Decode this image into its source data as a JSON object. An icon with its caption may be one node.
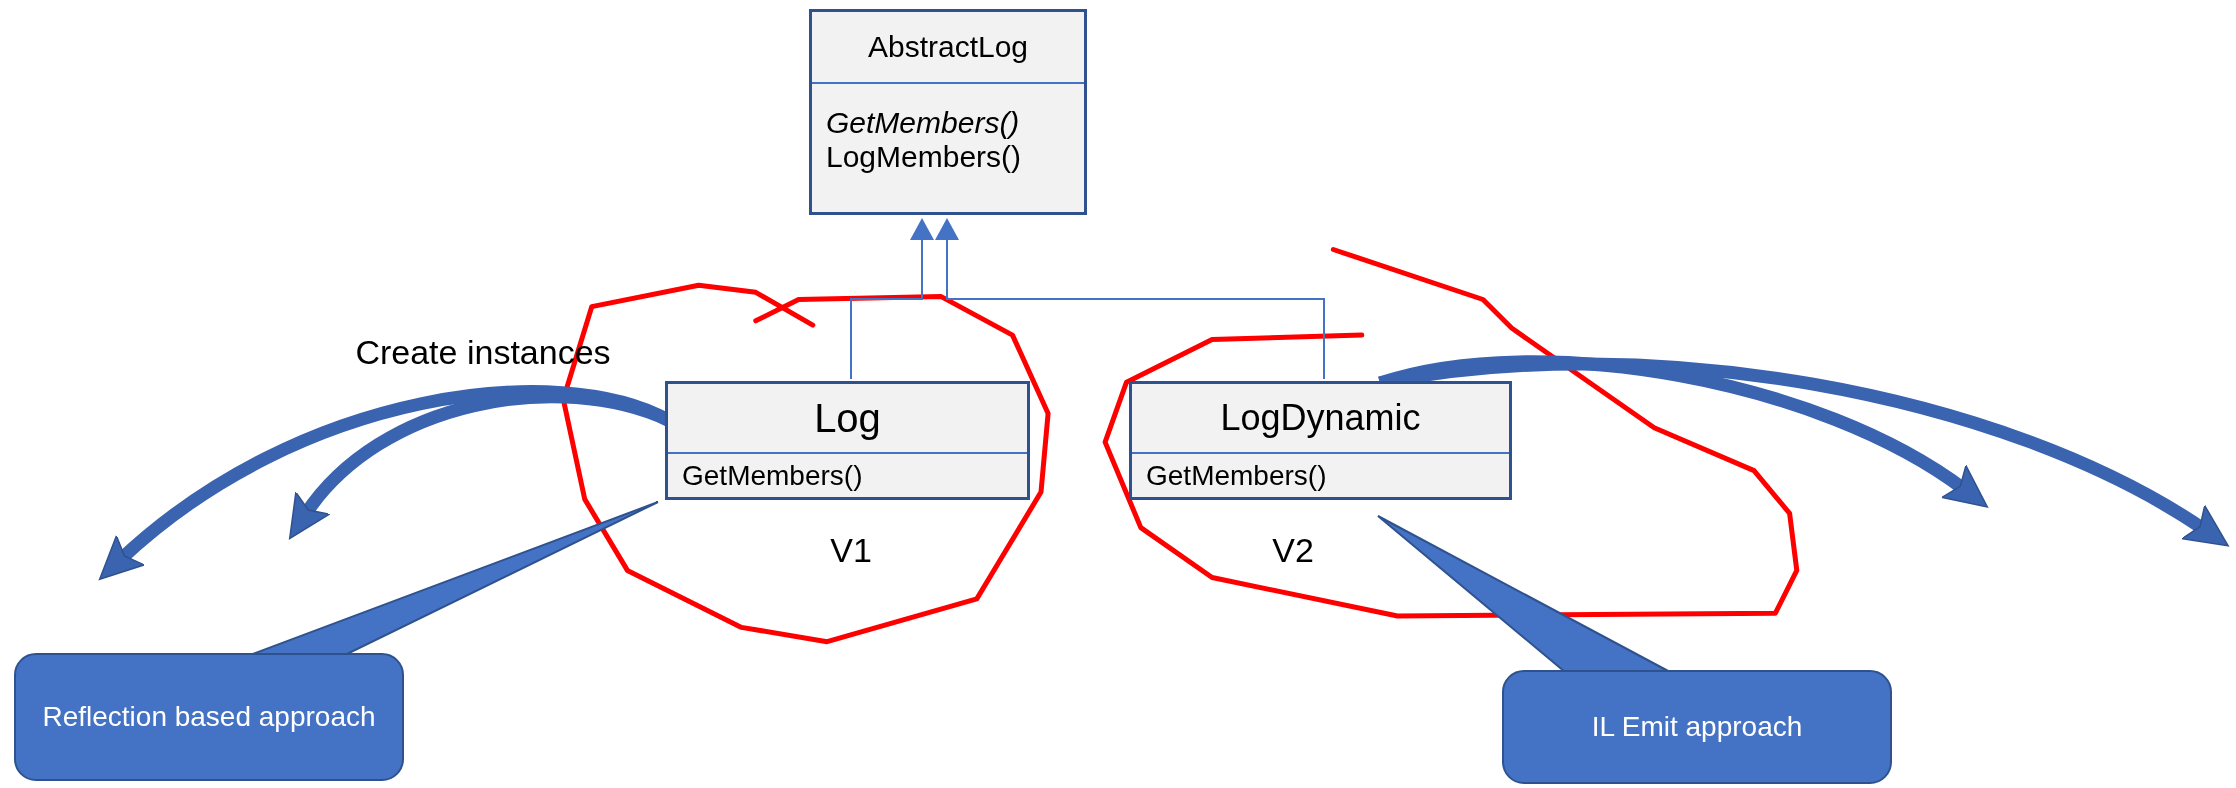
{
  "diagram": {
    "nodes": [
      {
        "text": [
          "AbstractLog",
          "GetMembers()",
          "LogMembers()"
        ]
      },
      {
        "text": [
          "Log",
          "GetMembers()"
        ],
        "beside": [
          "V1"
        ]
      },
      {
        "text": [
          "LogDynamic",
          "GetMembers()"
        ],
        "beside": [
          "V2"
        ]
      },
      {
        "text": [
          "Reflection based approach"
        ]
      },
      {
        "text": [
          "IL Emit approach"
        ]
      }
    ],
    "edges": [
      {
        "from": 1,
        "to": 0,
        "arrow": "to"
      },
      {
        "from": 2,
        "to": 0,
        "arrow": "to"
      },
      {
        "from": 3,
        "to": 1,
        "arrow": "none"
      },
      {
        "from": 4,
        "to": 2,
        "arrow": "none"
      },
      {
        "from": 1,
        "to": null,
        "arrow": "to"
      },
      {
        "from": 1,
        "to": null,
        "arrow": "to"
      },
      {
        "from": 2,
        "to": null,
        "arrow": "to"
      },
      {
        "from": 2,
        "to": null,
        "arrow": "to"
      }
    ],
    "labels": [
      "Create instances"
    ]
  }
}
